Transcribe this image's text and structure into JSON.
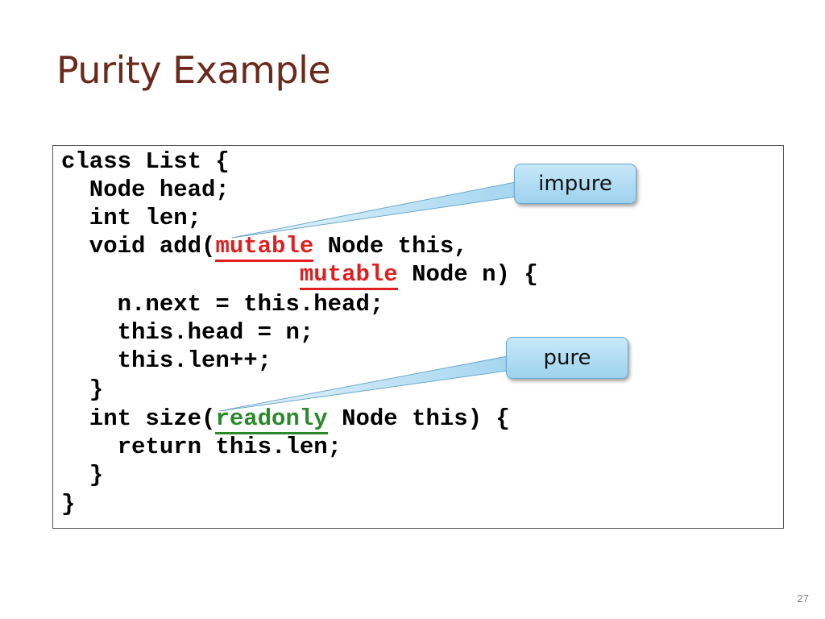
{
  "slide": {
    "title": "Purity Example",
    "number": "27"
  },
  "code": {
    "l1": "class List {",
    "l2": "  Node head;",
    "l3": "  int len;",
    "l4_pre": "  void add(",
    "l4_kw": "mutable",
    "l4_post": " Node this,",
    "l5_pre": "                 ",
    "l5_kw": "mutable",
    "l5_post": " Node n) {",
    "l6": "    n.next = this.head;",
    "l7": "    this.head = n;",
    "l8": "    this.len++;",
    "l9": "  }",
    "l10_pre": "  int size(",
    "l10_kw": "readonly",
    "l10_post": " Node this) {",
    "l11": "    return this.len;",
    "l12": "  }",
    "l13": "}"
  },
  "callouts": {
    "impure": "impure",
    "pure": "pure"
  },
  "colors": {
    "title": "#6b2a1c",
    "mutable": "#e02020",
    "readonly": "#2a8a2a",
    "callout_fill": "#b4def4",
    "callout_border": "#6aa8cc"
  }
}
